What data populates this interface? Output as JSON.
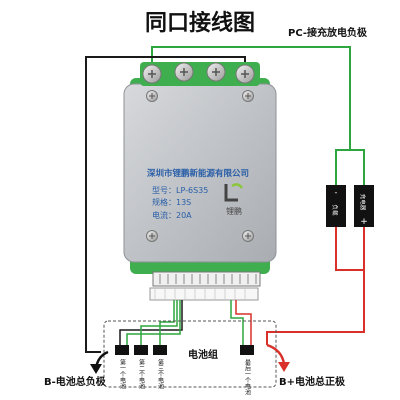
{
  "title": "同口接线图",
  "pc_label": "PC-接充放电负极",
  "company": "深圳市锂鹏新能源有限公司",
  "spec": {
    "model": "型号：LP-6S35",
    "config": "规格：13S",
    "current": "电流：20A"
  },
  "brand_name": "锂鹏",
  "charger": {
    "minus": "-",
    "plus": "+",
    "label_neg": "负载",
    "label_pos": "充电器"
  },
  "cells": [
    {
      "label": "第一个电池"
    },
    {
      "label": "第二个电池"
    },
    {
      "label": "第三个电池"
    },
    {
      "label": "最后一个电池"
    }
  ],
  "pack_label": "电池组",
  "b_minus_label": "B-电池总负极",
  "b_plus_label": "B+电池总正极",
  "colors": {
    "green_wire": "#2ea63f",
    "red_wire": "#d9302a",
    "black_wire": "#1a1a1a",
    "board_green": "#3fae4f",
    "plate_silver": "#c9ccd0",
    "company_blue": "#2a5fa8"
  }
}
